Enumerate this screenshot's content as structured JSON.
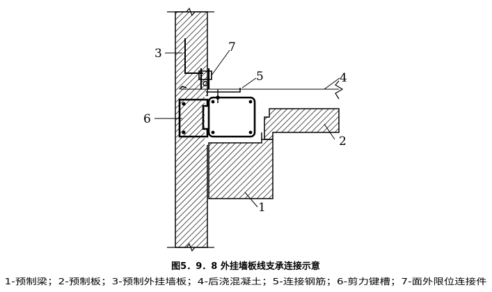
{
  "diagram": {
    "callouts": {
      "c1": "1",
      "c2": "2",
      "c3": "3",
      "c4": "4",
      "c5": "5",
      "c6": "6",
      "c7": "7"
    }
  },
  "caption": {
    "title": "图5．9．8 外挂墙板线支承连接示意",
    "legend": "1-预制梁；2-预制板；3-预制外挂墙板；4-后浇混凝土；5-连接钢筋；6-剪力键槽；7-面外限位连接件"
  }
}
